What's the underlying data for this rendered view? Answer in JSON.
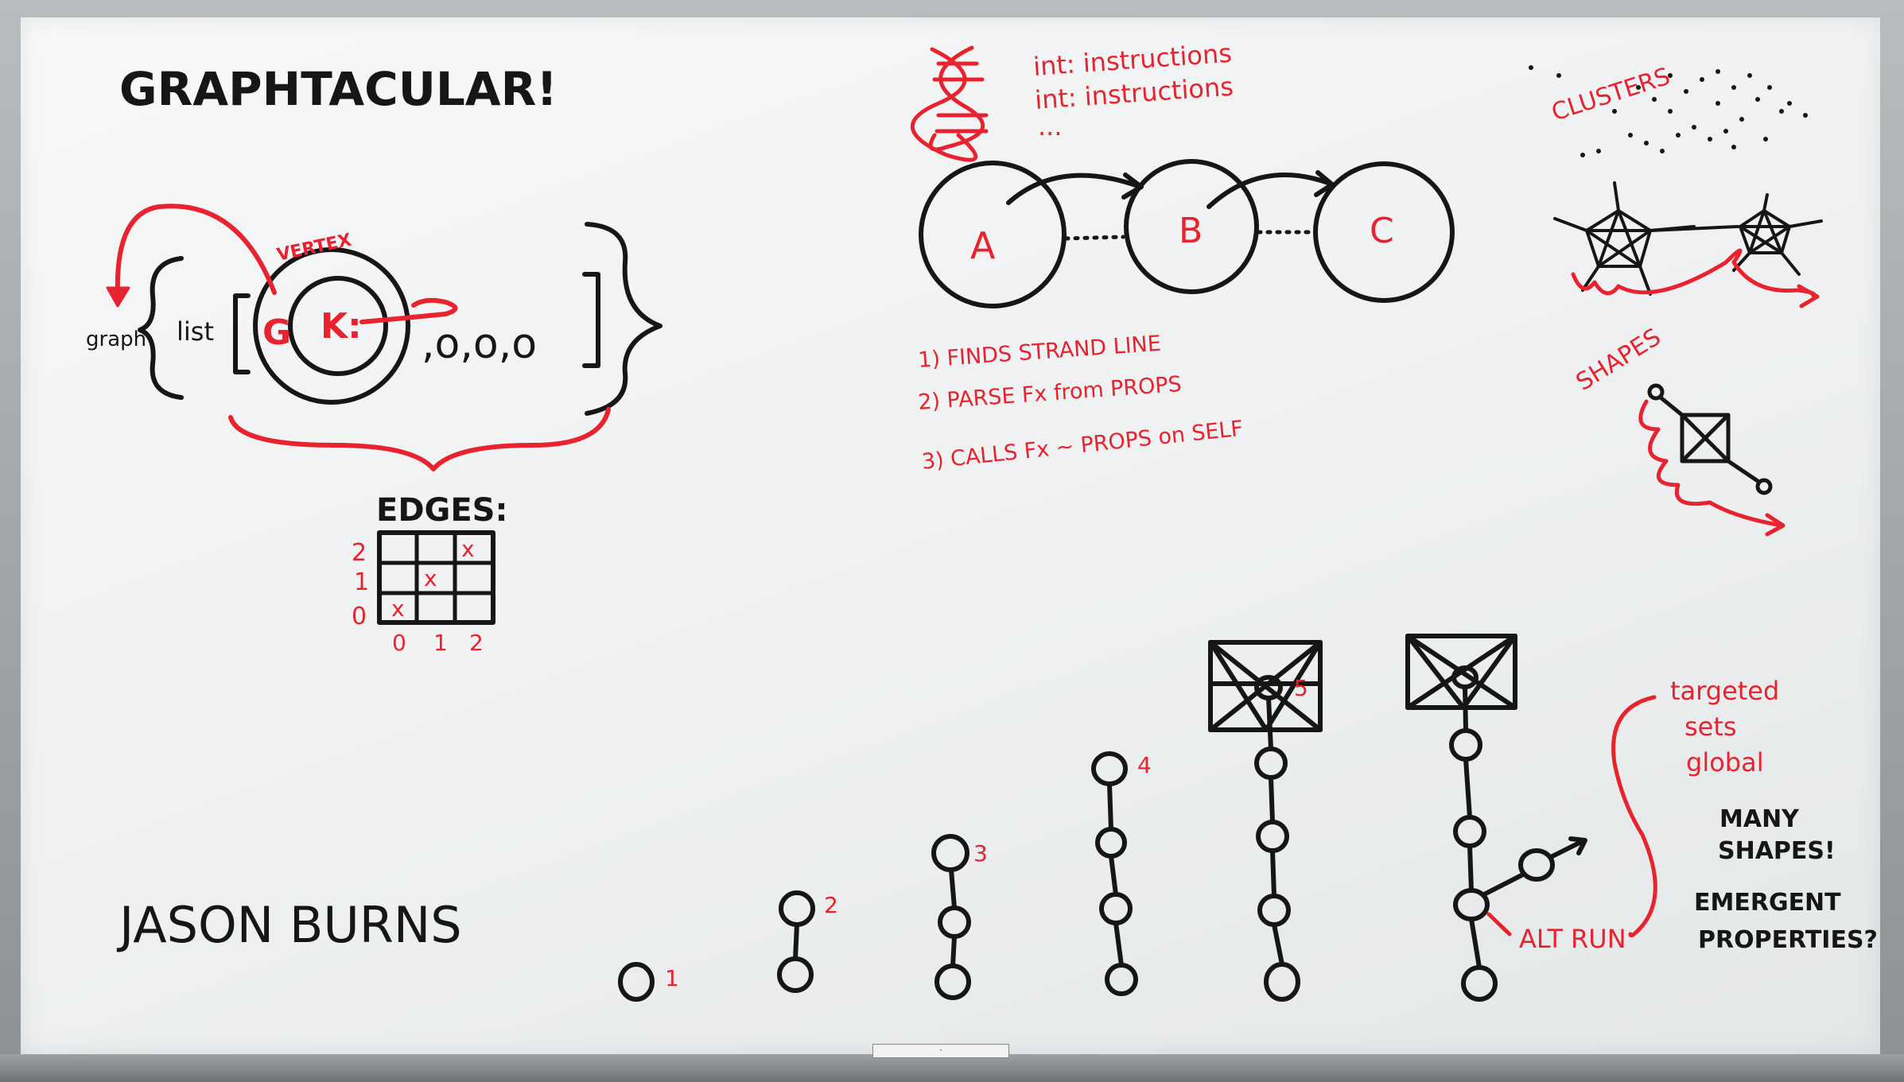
{
  "title": "GRAPHTACULAR!",
  "author": "JASON BURNS",
  "top_left": {
    "vertex_label": "VERTEX",
    "graph_label": "graph",
    "list_label": "list",
    "g_label": "G",
    "k_label": "K:",
    "trailing_nodes": ",o,o,o",
    "edges_label": "EDGES:",
    "matrix": {
      "row_labels": [
        "2",
        "1",
        "0"
      ],
      "col_labels": [
        "0",
        "1",
        "2"
      ],
      "marks": [
        "x",
        "x",
        "x"
      ]
    }
  },
  "top_middle": {
    "dna_lines": [
      "int: instructions",
      "int: instructions",
      "..."
    ],
    "nodes": [
      "A",
      "B",
      "C"
    ],
    "steps": [
      "1) FINDS STRAND LINE",
      "2) PARSE Fx from PROPS",
      "3) CALLS Fx ~ PROPS on SELF"
    ]
  },
  "top_right": {
    "clusters_label": "CLUSTERS",
    "shapes_label": "SHAPES"
  },
  "bottom": {
    "step_labels": [
      "1",
      "2",
      "3",
      "4",
      "5"
    ],
    "alt_run_label": "ALT RUN",
    "targeted_lines": [
      "targeted",
      "sets",
      "global"
    ],
    "many_shapes_lines": [
      "MANY",
      "SHAPES!"
    ],
    "emergent_lines": [
      "EMERGENT",
      "PROPERTIES?"
    ]
  },
  "colors": {
    "marker_black": "#161616",
    "marker_red": "#e8232f",
    "board": "#f2f4f4"
  }
}
